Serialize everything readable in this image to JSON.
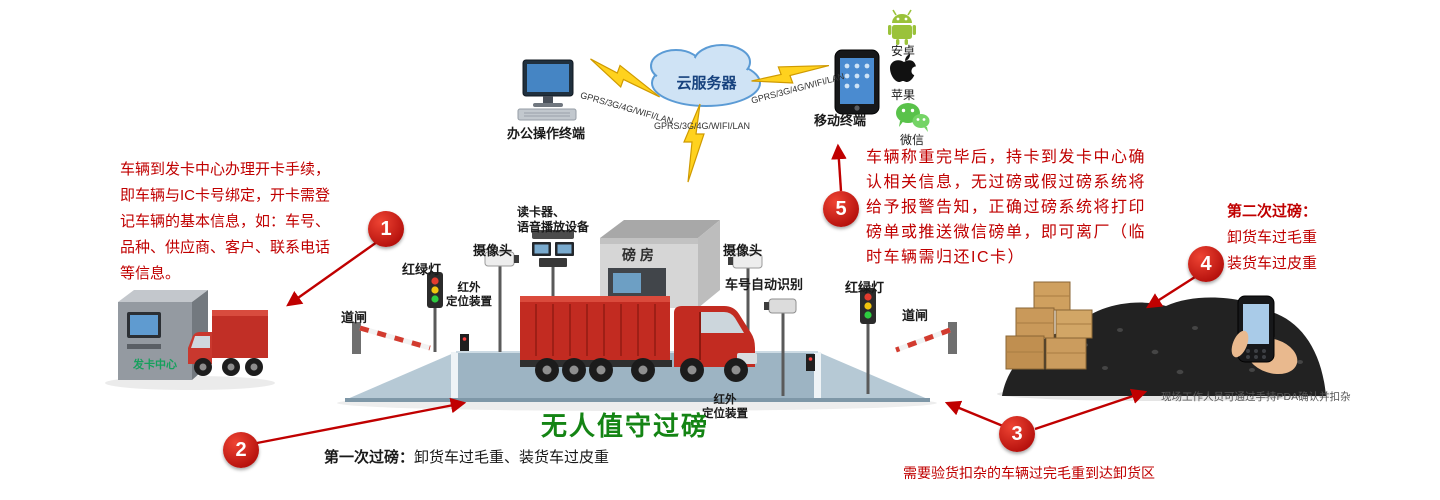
{
  "colors": {
    "accent_red": "#c00000",
    "title_green": "#148414",
    "cloud_blue": "#cfe3f5",
    "bolt_yellow": "#ffd21e",
    "card_center_green": "#16a05d"
  },
  "network": {
    "office_terminal": "办公操作终端",
    "cloud_server": "云服务器",
    "mobile_terminal": "移动终端",
    "link_left": "GPRS/3G/4G/WIFI/LAN",
    "link_center": "GPRS/3G/4G/WIFI/LAN",
    "link_right": "GPRS/3G/4G/WIFI/LAN",
    "android": "安卓",
    "apple": "苹果",
    "wechat": "微信"
  },
  "notes": {
    "left": "车辆到发卡中心办理开卡手续，\n即车辆与IC卡号绑定，开卡需登\n记车辆的基本信息，如：车号、\n品种、供应商、客户、联系电话\n等信息。",
    "right": "车辆称重完毕后，持卡到发卡中心确\n认相关信息，无过磅或假过磅系统将\n给予报警告知，正确过磅系统将打印\n磅单或推送微信磅单，即可离厂（临\n时车辆需归还IC卡）",
    "second_weigh_title": "第二次过磅：",
    "second_weigh_line1": "卸货车过毛重",
    "second_weigh_line2": "装货车过皮重",
    "first_weigh_title": "第一次过磅：",
    "first_weigh_text": "卸货车过毛重、装货车过皮重",
    "pda_caption": "现场工作人员可通过手持PDA确认并扣杂",
    "inspection_note": "需要验货扣杂的车辆过完毛重到达卸货区"
  },
  "steps": {
    "s1": "1",
    "s2": "2",
    "s3": "3",
    "s4": "4",
    "s5": "5"
  },
  "scene": {
    "card_center": "发卡中心",
    "barrier_left": "道闸",
    "barrier_right": "道闸",
    "traffic_light_left": "红绿灯",
    "traffic_light_right": "红绿灯",
    "camera_left": "摄像头",
    "camera_right": "摄像头",
    "card_reader": "读卡器、\n语音播放设备",
    "weigh_house": "磅 房",
    "anpr": "车号自动识别",
    "infrared_left": "红外\n定位装置",
    "infrared_right": "红外\n定位装置",
    "main_title": "无人值守过磅"
  }
}
